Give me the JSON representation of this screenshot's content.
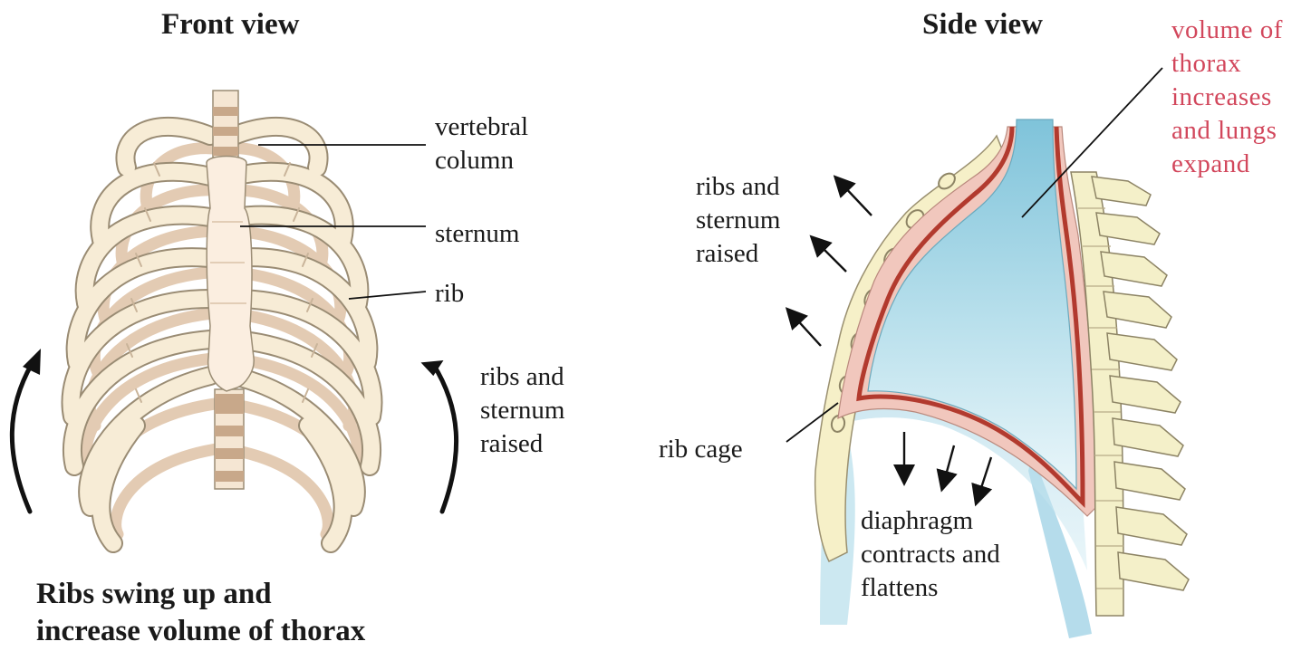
{
  "headings": {
    "front": "Front view",
    "side": "Side view"
  },
  "front_labels": {
    "vertebral_column": "vertebral\ncolumn",
    "sternum": "sternum",
    "rib": "rib",
    "ribs_sternum_raised": "ribs and\nsternum\nraised"
  },
  "side_labels": {
    "volume": "volume of\nthorax\nincreases\nand lungs\nexpand",
    "ribs_sternum_raised": "ribs and\nsternum\nraised",
    "rib_cage": "rib cage",
    "diaphragm": "diaphragm\ncontracts and\nflattens"
  },
  "caption": "Ribs swing up and\nincrease volume of thorax",
  "colors": {
    "bone": "#f7ecd6",
    "bone_outline": "#9a8c74",
    "rib_shadow": "#e0c6ad",
    "vertebra_band": "#c8a88a",
    "lung": "#8fcde0",
    "pleura": "#f1c7bd",
    "pleura_line": "#b23a2e",
    "highlight_text": "#d2475c"
  }
}
